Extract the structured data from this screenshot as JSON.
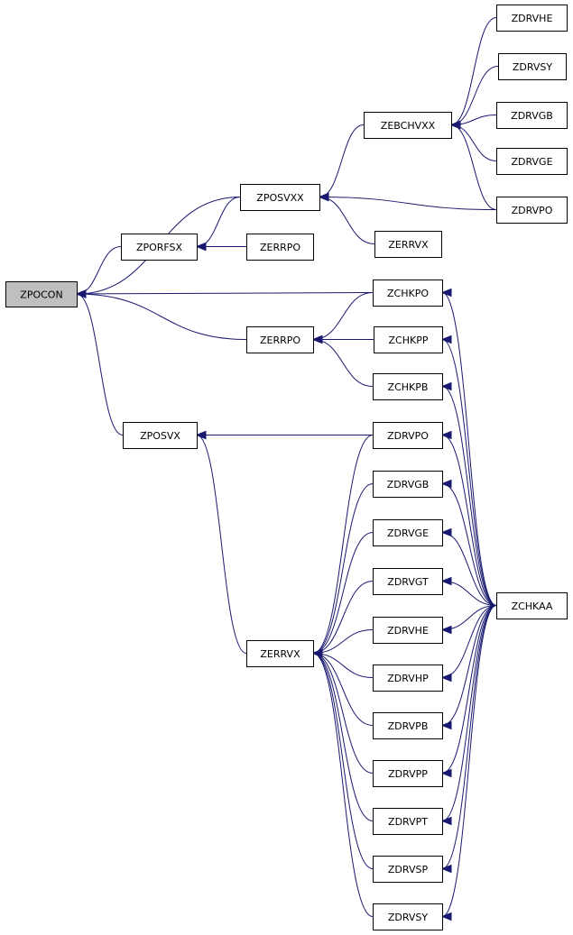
{
  "nodes": [
    {
      "id": "ZPOCON",
      "label": "ZPOCON",
      "root": true
    },
    {
      "id": "ZPOSVXX",
      "label": "ZPOSVXX"
    },
    {
      "id": "ZPORFSX",
      "label": "ZPORFSX"
    },
    {
      "id": "ZERRPO_1",
      "label": "ZERRPO"
    },
    {
      "id": "ZEBCHVXX",
      "label": "ZEBCHVXX"
    },
    {
      "id": "ZDRVHE_1",
      "label": "ZDRVHE"
    },
    {
      "id": "ZDRVSY_1",
      "label": "ZDRVSY"
    },
    {
      "id": "ZDRVGB_1",
      "label": "ZDRVGB"
    },
    {
      "id": "ZDRVGE_1",
      "label": "ZDRVGE"
    },
    {
      "id": "ZDRVPO_1",
      "label": "ZDRVPO"
    },
    {
      "id": "ZERRVX_1",
      "label": "ZERRVX"
    },
    {
      "id": "ZCHKPO",
      "label": "ZCHKPO"
    },
    {
      "id": "ZERRPO_2",
      "label": "ZERRPO"
    },
    {
      "id": "ZCHKPP",
      "label": "ZCHKPP"
    },
    {
      "id": "ZCHKPB",
      "label": "ZCHKPB"
    },
    {
      "id": "ZPOSVX",
      "label": "ZPOSVX"
    },
    {
      "id": "ZDRVPO_2",
      "label": "ZDRVPO"
    },
    {
      "id": "ZDRVGB_2",
      "label": "ZDRVGB"
    },
    {
      "id": "ZDRVGE_2",
      "label": "ZDRVGE"
    },
    {
      "id": "ZDRVGT",
      "label": "ZDRVGT"
    },
    {
      "id": "ZDRVHE_2",
      "label": "ZDRVHE"
    },
    {
      "id": "ZDRVHP",
      "label": "ZDRVHP"
    },
    {
      "id": "ZDRVPB",
      "label": "ZDRVPB"
    },
    {
      "id": "ZDRVPP",
      "label": "ZDRVPP"
    },
    {
      "id": "ZDRVPT",
      "label": "ZDRVPT"
    },
    {
      "id": "ZDRVSP",
      "label": "ZDRVSP"
    },
    {
      "id": "ZDRVSY_2",
      "label": "ZDRVSY"
    },
    {
      "id": "ZERRVX_2",
      "label": "ZERRVX"
    },
    {
      "id": "ZCHKAA",
      "label": "ZCHKAA"
    }
  ],
  "edges": [
    {
      "from": "ZPOSVXX",
      "to": "ZPOCON"
    },
    {
      "from": "ZPORFSX",
      "to": "ZPOCON"
    },
    {
      "from": "ZCHKPO",
      "to": "ZPOCON"
    },
    {
      "from": "ZERRPO_2",
      "to": "ZPOCON"
    },
    {
      "from": "ZPOSVX",
      "to": "ZPOCON"
    },
    {
      "from": "ZEBCHVXX",
      "to": "ZPOSVXX"
    },
    {
      "from": "ZDRVPO_1",
      "to": "ZPOSVXX"
    },
    {
      "from": "ZERRVX_1",
      "to": "ZPOSVXX"
    },
    {
      "from": "ZPOSVXX",
      "to": "ZPORFSX"
    },
    {
      "from": "ZERRPO_1",
      "to": "ZPORFSX"
    },
    {
      "from": "ZDRVHE_1",
      "to": "ZEBCHVXX"
    },
    {
      "from": "ZDRVSY_1",
      "to": "ZEBCHVXX"
    },
    {
      "from": "ZDRVGB_1",
      "to": "ZEBCHVXX"
    },
    {
      "from": "ZDRVGE_1",
      "to": "ZEBCHVXX"
    },
    {
      "from": "ZDRVPO_1",
      "to": "ZEBCHVXX"
    },
    {
      "from": "ZCHKPO",
      "to": "ZERRPO_2"
    },
    {
      "from": "ZCHKPP",
      "to": "ZERRPO_2"
    },
    {
      "from": "ZCHKPB",
      "to": "ZERRPO_2"
    },
    {
      "from": "ZDRVPO_2",
      "to": "ZPOSVX"
    },
    {
      "from": "ZERRVX_2",
      "to": "ZPOSVX"
    },
    {
      "from": "ZDRVPO_2",
      "to": "ZERRVX_2"
    },
    {
      "from": "ZDRVGB_2",
      "to": "ZERRVX_2"
    },
    {
      "from": "ZDRVGE_2",
      "to": "ZERRVX_2"
    },
    {
      "from": "ZDRVGT",
      "to": "ZERRVX_2"
    },
    {
      "from": "ZDRVHE_2",
      "to": "ZERRVX_2"
    },
    {
      "from": "ZDRVHP",
      "to": "ZERRVX_2"
    },
    {
      "from": "ZDRVPB",
      "to": "ZERRVX_2"
    },
    {
      "from": "ZDRVPP",
      "to": "ZERRVX_2"
    },
    {
      "from": "ZDRVPT",
      "to": "ZERRVX_2"
    },
    {
      "from": "ZDRVSP",
      "to": "ZERRVX_2"
    },
    {
      "from": "ZDRVSY_2",
      "to": "ZERRVX_2"
    },
    {
      "from": "ZCHKAA",
      "to": "ZCHKPO"
    },
    {
      "from": "ZCHKAA",
      "to": "ZCHKPP"
    },
    {
      "from": "ZCHKAA",
      "to": "ZCHKPB"
    },
    {
      "from": "ZCHKAA",
      "to": "ZDRVPO_2"
    },
    {
      "from": "ZCHKAA",
      "to": "ZDRVGB_2"
    },
    {
      "from": "ZCHKAA",
      "to": "ZDRVGE_2"
    },
    {
      "from": "ZCHKAA",
      "to": "ZDRVGT"
    },
    {
      "from": "ZCHKAA",
      "to": "ZDRVHE_2"
    },
    {
      "from": "ZCHKAA",
      "to": "ZDRVHP"
    },
    {
      "from": "ZCHKAA",
      "to": "ZDRVPB"
    },
    {
      "from": "ZCHKAA",
      "to": "ZDRVPP"
    },
    {
      "from": "ZCHKAA",
      "to": "ZDRVPT"
    },
    {
      "from": "ZCHKAA",
      "to": "ZDRVSP"
    },
    {
      "from": "ZCHKAA",
      "to": "ZDRVSY_2"
    }
  ],
  "colors": {
    "edge": "#191970",
    "root_fill": "#bfbfbf",
    "node_fill": "#ffffff",
    "node_border": "#000000"
  }
}
